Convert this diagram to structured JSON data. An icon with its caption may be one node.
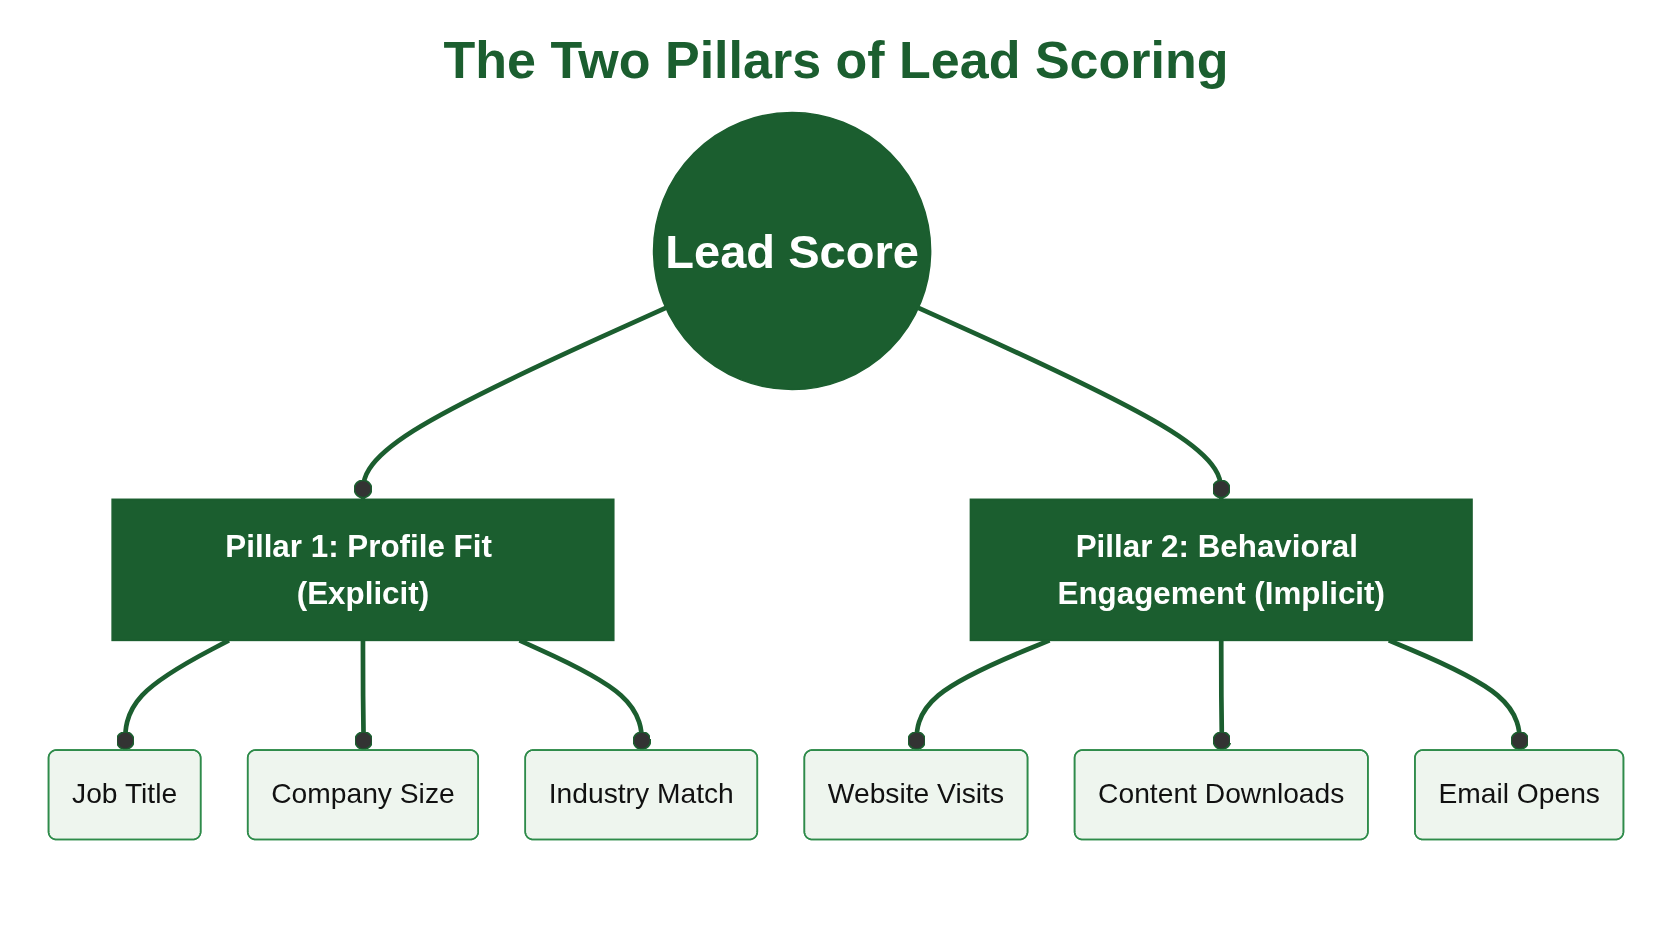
{
  "diagram": {
    "title": "The Two Pillars of Lead Scoring",
    "nodes": [
      {
        "text": [
          "Lead Score"
        ]
      },
      {
        "text": [
          "Pillar 1: Profile Fit (Explicit)"
        ]
      },
      {
        "text": [
          "Job Title"
        ]
      },
      {
        "text": [
          "Company Size"
        ]
      },
      {
        "text": [
          "Industry Match"
        ]
      },
      {
        "text": [
          "Pillar 2: Behavioral Engagement (Implicit)"
        ]
      },
      {
        "text": [
          "Website Visits"
        ]
      },
      {
        "text": [
          "Content Downloads"
        ]
      },
      {
        "text": [
          "Email Opens"
        ]
      }
    ],
    "edges": [
      {
        "from": 0,
        "to": 1,
        "arrow": "other"
      },
      {
        "from": 0,
        "to": 5,
        "arrow": "other"
      },
      {
        "from": 1,
        "to": 2,
        "arrow": "other"
      },
      {
        "from": 1,
        "to": 3,
        "arrow": "other"
      },
      {
        "from": 1,
        "to": 4,
        "arrow": "other"
      },
      {
        "from": 5,
        "to": 6,
        "arrow": "other"
      },
      {
        "from": 5,
        "to": 7,
        "arrow": "other"
      },
      {
        "from": 5,
        "to": 8,
        "arrow": "other"
      }
    ]
  }
}
